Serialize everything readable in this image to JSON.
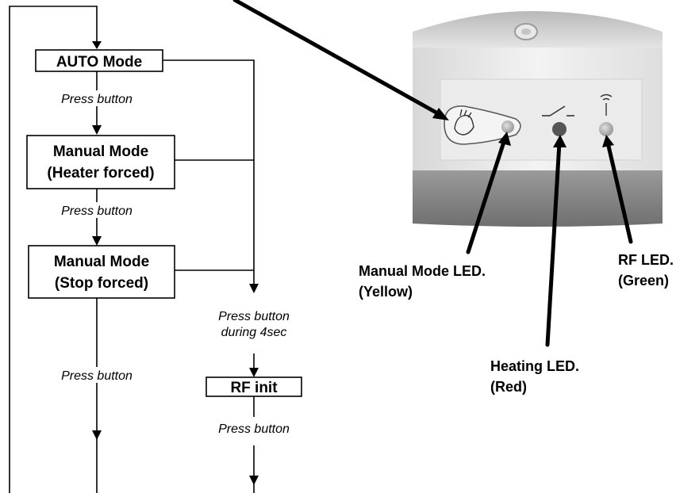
{
  "flowchart": {
    "states": {
      "auto_mode": "AUTO Mode",
      "manual_heater_line1": "Manual Mode",
      "manual_heater_line2": "(Heater forced)",
      "manual_stop_line1": "Manual Mode",
      "manual_stop_line2": "(Stop forced)",
      "rf_init": "RF init"
    },
    "transitions": {
      "press_1": "Press button",
      "press_2": "Press button",
      "press_3": "Press button",
      "press_long_line1": "Press button",
      "press_long_line2": "during 4sec",
      "press_rf": "Press button"
    }
  },
  "device": {
    "manual_led_line1": "Manual Mode LED.",
    "manual_led_line2": "(Yellow)",
    "heating_led_line1": "Heating LED.",
    "heating_led_line2": "(Red)",
    "rf_led_line1": "RF LED.",
    "rf_led_line2": "(Green)"
  }
}
